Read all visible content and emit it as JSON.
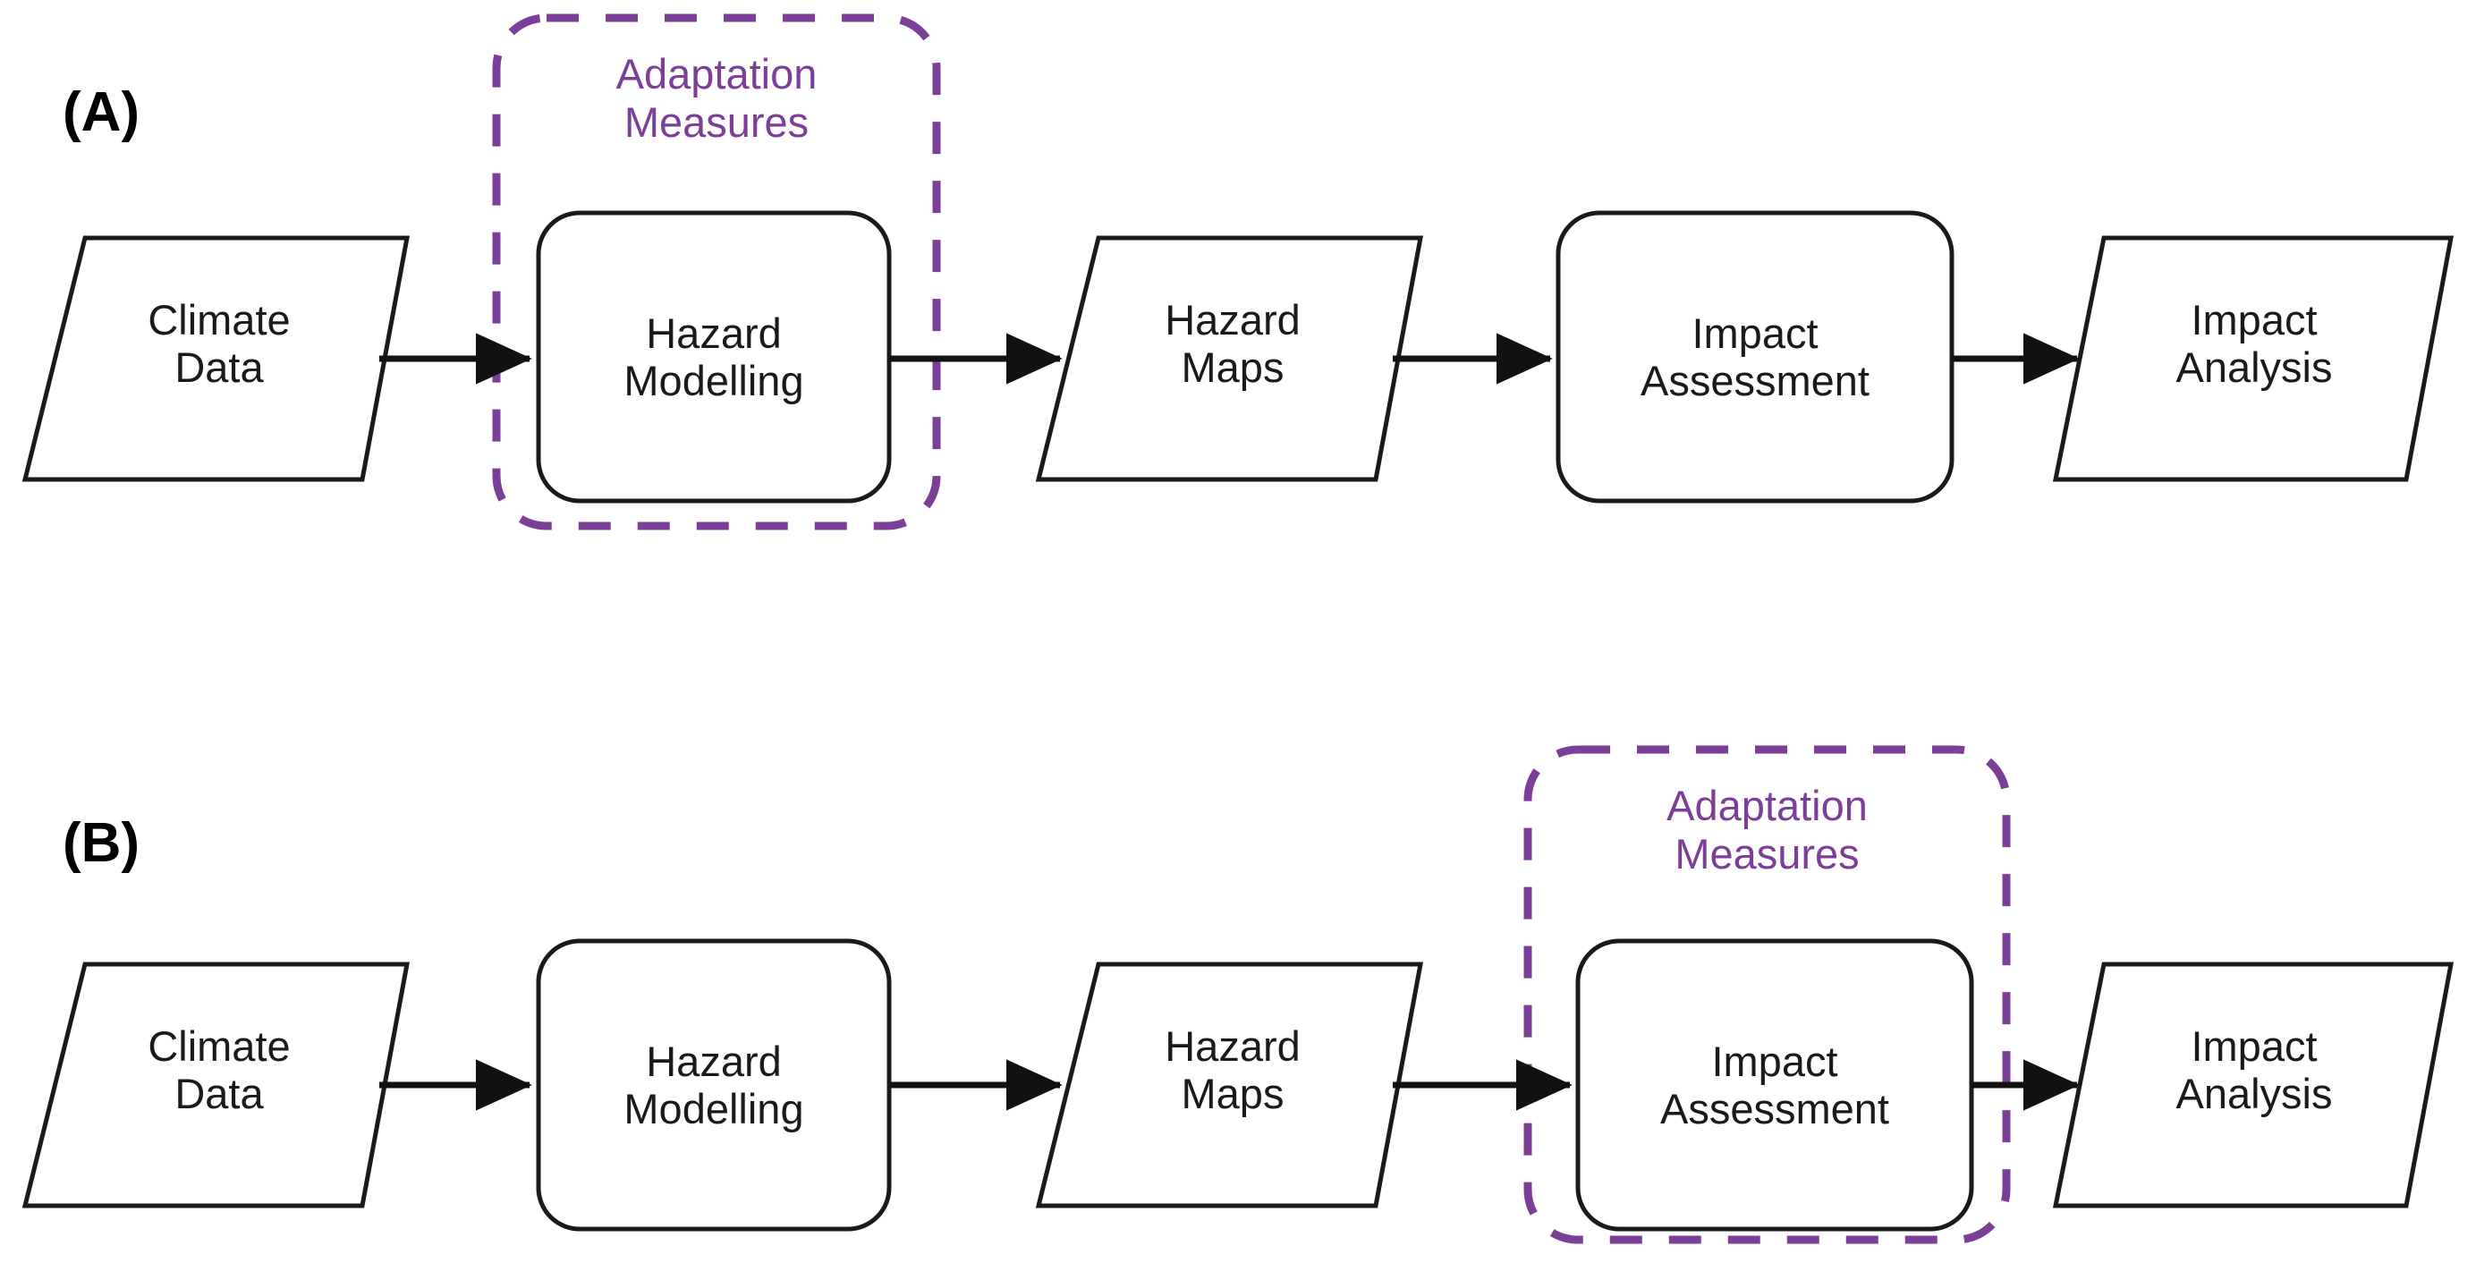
{
  "figure": {
    "type": "flowchart",
    "background": "#ffffff",
    "stroke_color": "#1a1a1a",
    "accent_color": "#7b3f98"
  },
  "panels": [
    {
      "id": "A",
      "label": "(A)",
      "group": {
        "label": "Adaptation\nMeasures",
        "line1": "Adaptation",
        "line2": "Measures",
        "color": "#7b3f98",
        "style": "dashed-rounded",
        "encloses": "Hazard Modelling"
      },
      "nodes": [
        {
          "id": "climate-data",
          "label": "Climate\nData",
          "line1": "Climate",
          "line2": "Data",
          "shape": "parallelogram"
        },
        {
          "id": "hazard-modelling",
          "label": "Hazard\nModelling",
          "line1": "Hazard",
          "line2": "Modelling",
          "shape": "rounded-rect"
        },
        {
          "id": "hazard-maps",
          "label": "Hazard\nMaps",
          "line1": "Hazard",
          "line2": "Maps",
          "shape": "parallelogram"
        },
        {
          "id": "impact-assessment",
          "label": "Impact\nAssessment",
          "line1": "Impact",
          "line2": "Assessment",
          "shape": "rounded-rect"
        },
        {
          "id": "impact-analysis",
          "label": "Impact\nAnalysis",
          "line1": "Impact",
          "line2": "Analysis",
          "shape": "parallelogram"
        }
      ],
      "edges": [
        {
          "from": "climate-data",
          "to": "hazard-modelling"
        },
        {
          "from": "hazard-modelling",
          "to": "hazard-maps"
        },
        {
          "from": "hazard-maps",
          "to": "impact-assessment"
        },
        {
          "from": "impact-assessment",
          "to": "impact-analysis"
        }
      ]
    },
    {
      "id": "B",
      "label": "(B)",
      "group": {
        "label": "Adaptation\nMeasures",
        "line1": "Adaptation",
        "line2": "Measures",
        "color": "#7b3f98",
        "style": "dashed-rounded",
        "encloses": "Impact Assessment"
      },
      "nodes": [
        {
          "id": "climate-data",
          "label": "Climate\nData",
          "line1": "Climate",
          "line2": "Data",
          "shape": "parallelogram"
        },
        {
          "id": "hazard-modelling",
          "label": "Hazard\nModelling",
          "line1": "Hazard",
          "line2": "Modelling",
          "shape": "rounded-rect"
        },
        {
          "id": "hazard-maps",
          "label": "Hazard\nMaps",
          "line1": "Hazard",
          "line2": "Maps",
          "shape": "parallelogram"
        },
        {
          "id": "impact-assessment",
          "label": "Impact\nAssessment",
          "line1": "Impact",
          "line2": "Assessment",
          "shape": "rounded-rect"
        },
        {
          "id": "impact-analysis",
          "label": "Impact\nAnalysis",
          "line1": "Impact",
          "line2": "Analysis",
          "shape": "parallelogram"
        }
      ],
      "edges": [
        {
          "from": "climate-data",
          "to": "hazard-modelling"
        },
        {
          "from": "hazard-modelling",
          "to": "hazard-maps"
        },
        {
          "from": "hazard-maps",
          "to": "impact-assessment"
        },
        {
          "from": "impact-assessment",
          "to": "impact-analysis"
        }
      ]
    }
  ]
}
